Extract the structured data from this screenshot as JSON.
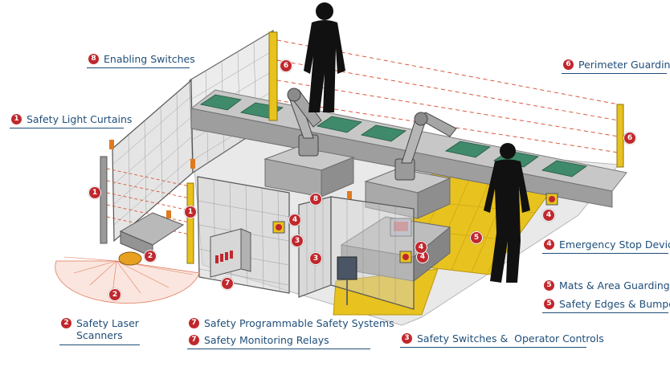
{
  "colors": {
    "accent": "#c0282d",
    "label_text": "#1f4e79",
    "mat_yellow": "#e8c21e",
    "conveyor_green": "#3f8a6a"
  },
  "labels": [
    {
      "id": "enabling-switches",
      "num": "8",
      "text": "Enabling Switches"
    },
    {
      "id": "safety-light-curtains",
      "num": "1",
      "text": "Safety Light Curtains"
    },
    {
      "id": "perimeter-guarding",
      "num": "6",
      "text": "Perimeter Guarding"
    },
    {
      "id": "emergency-stop-devices",
      "num": "4",
      "text": "Emergency Stop Devices"
    },
    {
      "id": "mats-area-guarding",
      "num": "5",
      "text": "Mats & Area Guarding"
    },
    {
      "id": "safety-edges-bumpers",
      "num": "5",
      "text": "Safety Edges & Bumpers"
    },
    {
      "id": "safety-laser-scanners",
      "num": "2",
      "text": "Safety Laser",
      "text2": "Scanners"
    },
    {
      "id": "safety-programmable-systems",
      "num": "7",
      "text": "Safety Programmable Safety Systems"
    },
    {
      "id": "safety-monitoring-relays",
      "num": "7",
      "text": "Safety Monitoring Relays"
    },
    {
      "id": "safety-switches-operator-controls",
      "num": "3",
      "text": "Safety Switches &  Operator Controls"
    }
  ],
  "markers": [
    "6",
    "6",
    "1",
    "1",
    "2",
    "2",
    "8",
    "4",
    "3",
    "3",
    "4",
    "4",
    "5",
    "7",
    "4"
  ]
}
